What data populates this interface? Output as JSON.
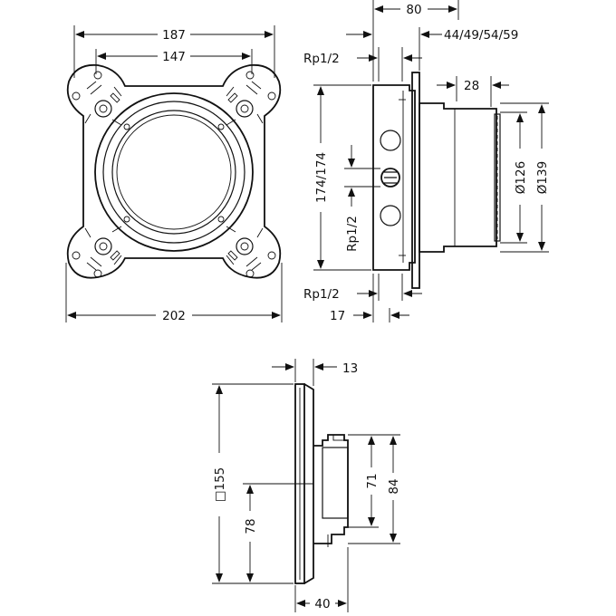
{
  "top_view": {
    "dim_187": "187",
    "dim_147": "147",
    "dim_202": "202"
  },
  "side_view": {
    "dim_80": "80",
    "dim_44_59": "44/49/54/59",
    "dim_28": "28",
    "dim_rp_top": "Rp1/2",
    "dim_174": "174/174",
    "dim_rp_mid": "Rp1/2",
    "dim_126": "Ø126",
    "dim_139": "Ø139",
    "dim_rp_bottom": "Rp1/2",
    "dim_17": "17"
  },
  "trim_view": {
    "dim_13": "13",
    "dim_155": "□155",
    "dim_78": "78",
    "dim_71": "71",
    "dim_84": "84",
    "dim_40": "40"
  }
}
